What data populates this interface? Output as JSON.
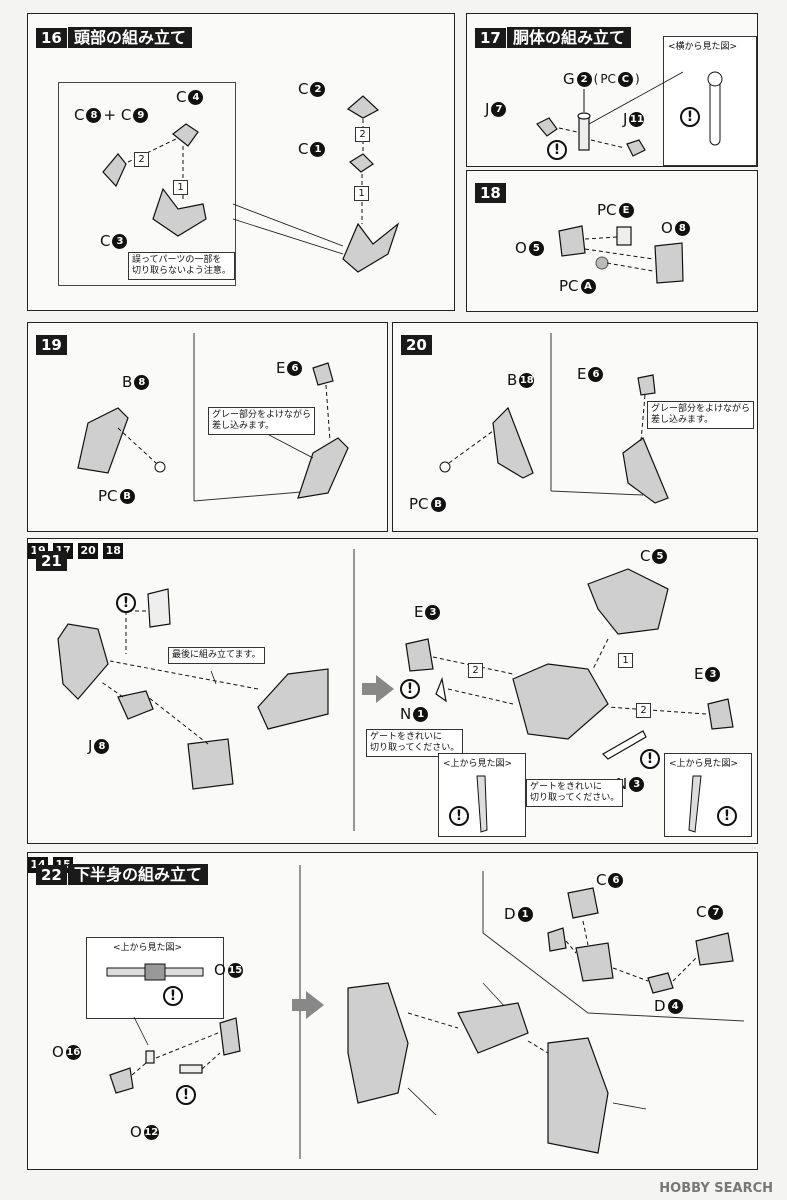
{
  "steps": {
    "s16": {
      "num": "16",
      "title": "頭部の組み立て",
      "labels": {
        "c8c9_a": "C",
        "c8": "8",
        "plus": "+ C",
        "c9": "9",
        "c4_a": "C",
        "c4": "4",
        "c3_a": "C",
        "c3": "3",
        "c2_a": "C",
        "c2": "2",
        "c1_a": "C",
        "c1": "1"
      },
      "seq": [
        "2",
        "1",
        "2",
        "1"
      ],
      "note": "誤ってパーツの一部を\n切り取らないよう注意。"
    },
    "s17": {
      "num": "17",
      "title": "胴体の組み立て",
      "labels": {
        "g_a": "G",
        "g2": "2",
        "pc_open": "(",
        "pc_mid": "PC",
        "pcC": "C",
        "pc_close": ")",
        "j7_a": "J",
        "j7": "7",
        "j11_a": "J",
        "j11": "11"
      },
      "subview": "<横から見た図>"
    },
    "s18": {
      "num": "18",
      "labels": {
        "pcE_a": "PC",
        "pcE": "E",
        "o8_a": "O",
        "o8": "8",
        "o5_a": "O",
        "o5": "5",
        "pcA_a": "PC",
        "pcA": "A"
      }
    },
    "s19": {
      "num": "19",
      "labels": {
        "b8_a": "B",
        "b8": "8",
        "pcB_a": "PC",
        "pcB": "B",
        "e6_a": "E",
        "e6": "6"
      },
      "note": "グレー部分をよけながら\n差し込みます。"
    },
    "s20": {
      "num": "20",
      "labels": {
        "b18_a": "B",
        "b18": "18",
        "pcB_a": "PC",
        "pcB": "B",
        "e6_a": "E",
        "e6": "6"
      },
      "note": "グレー部分をよけながら\n差し込みます。"
    },
    "s21": {
      "num": "21",
      "labels": {
        "ref19": "19",
        "ref17": "17",
        "ref20": "20",
        "ref18": "18",
        "j8_a": "J",
        "j8": "8",
        "e3l_a": "E",
        "e3l": "3",
        "n1_a": "N",
        "n1": "1",
        "c5_a": "C",
        "c5": "5",
        "e3r_a": "E",
        "e3r": "3",
        "n3_a": "N",
        "n3": "3"
      },
      "note_last": "最後に組み立てます。",
      "note_gate1": "ゲートをきれいに\n切り取ってください。",
      "note_gate2": "ゲートをきれいに\n切り取ってください。",
      "subview1": "<上から見た図>",
      "subview2": "<上から見た図>",
      "seq": [
        "2",
        "1",
        "2"
      ]
    },
    "s22": {
      "num": "22",
      "title": "下半身の組み立て",
      "labels": {
        "o15_a": "O",
        "o15": "15",
        "o16_a": "O",
        "o16": "16",
        "o12_a": "O",
        "o12": "12",
        "c6_a": "C",
        "c6": "6",
        "d1_a": "D",
        "d1": "1",
        "c7_a": "C",
        "c7": "7",
        "d4_a": "D",
        "d4": "4",
        "ref14": "14",
        "ref15": "15"
      },
      "subview": "<上から見た図>"
    }
  },
  "warn_symbol": "!",
  "watermark": "HOBBY SEARCH"
}
